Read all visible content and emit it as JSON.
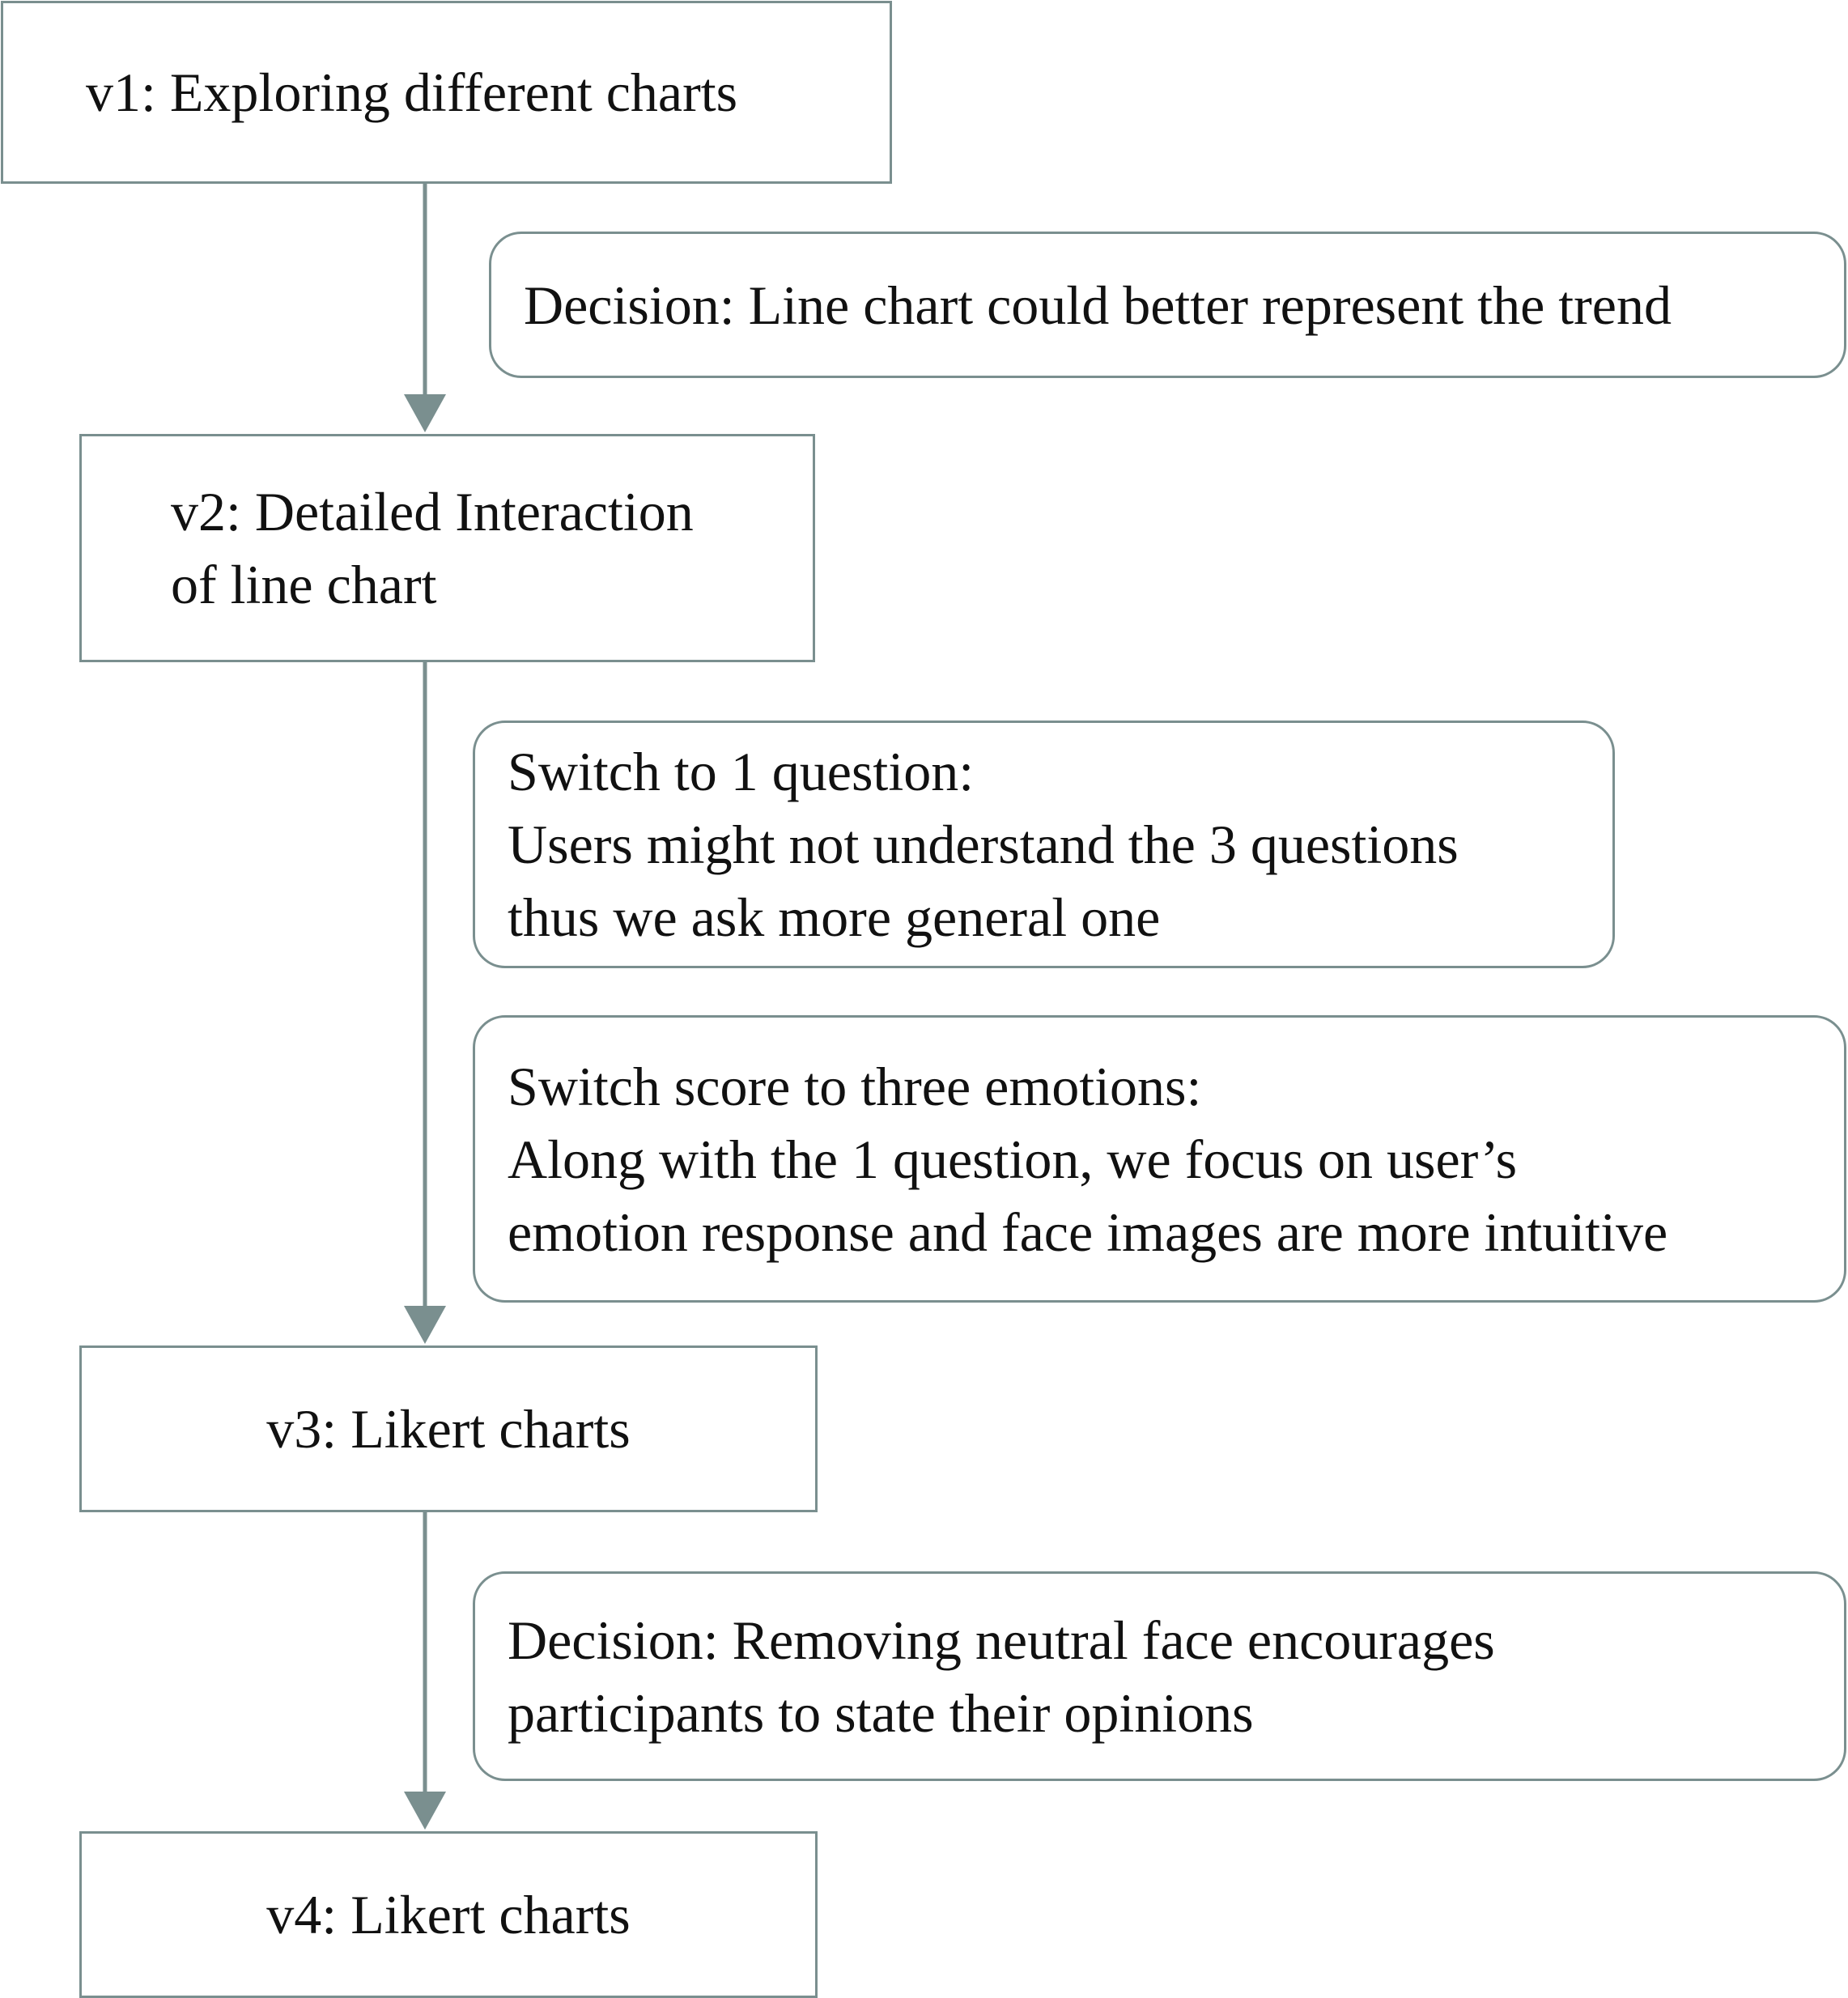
{
  "versions": {
    "v1": "v1: Exploring different charts",
    "v2": [
      "v2: Detailed Interaction",
      "of line chart"
    ],
    "v3": "v3: Likert charts",
    "v4": "v4: Likert charts"
  },
  "notes": {
    "n1": [
      "Decision: Line chart could better represent the trend"
    ],
    "n2": [
      "Switch to 1 question:",
      "Users might not understand the 3 questions",
      "thus we ask more general one"
    ],
    "n3": [
      "Switch score to three emotions:",
      "Along with the 1 question, we focus on user’s",
      "emotion response and face images are more intuitive"
    ],
    "n4": [
      "Decision: Removing neutral face encourages",
      "participants to state their opinions"
    ]
  },
  "colors": {
    "connector": "#7a8f8f",
    "border": "#7a8f8f"
  }
}
